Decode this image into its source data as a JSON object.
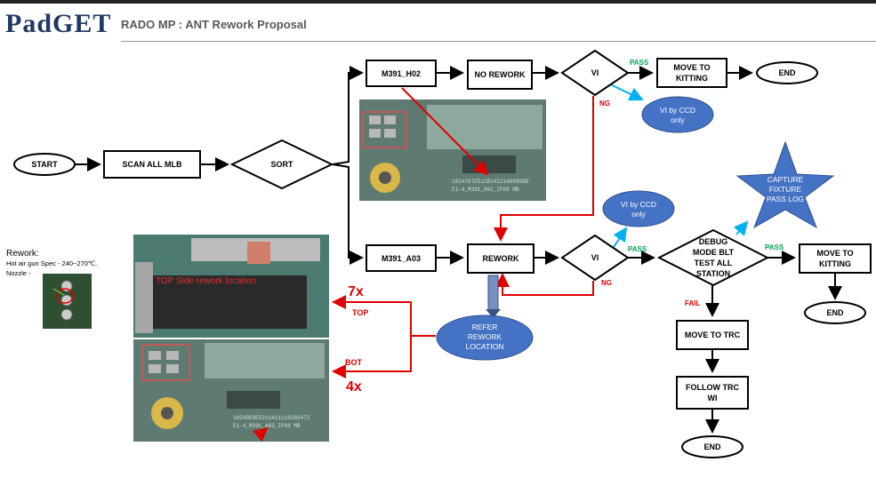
{
  "header": {
    "logo": "PadGET",
    "title": "RADO MP  : ANT Rework Proposal"
  },
  "note": {
    "heading": "Rework:",
    "spec": "Hot air gun Spec - 240~270℃.",
    "nozzle": "Nozzle -"
  },
  "nodes": {
    "start": "START",
    "scan": "SCAN ALL MLB",
    "sort": "SORT",
    "h02": "M391_H02",
    "no_rework": "NO REWORK",
    "vi1": "VI",
    "move_kitting1": [
      "MOVE TO",
      "KITTING"
    ],
    "end1": "END",
    "vi_ccd1": [
      "VI by CCD",
      "only"
    ],
    "a03": "M391_A03",
    "rework": "REWORK",
    "vi2": "VI",
    "vi_ccd2": [
      "VI by CCD",
      "only"
    ],
    "debug": [
      "DEBUG",
      "MODE BLT",
      "TEST ALL",
      "STATION"
    ],
    "capture": [
      "CAPTURE",
      "FIXTURE",
      "PASS LOG"
    ],
    "move_kitting2": [
      "MOVE TO",
      "KITTING"
    ],
    "end2": "END",
    "move_trc": "MOVE TO TRC",
    "follow_trc": [
      "FOLLOW TRC",
      "WI"
    ],
    "end3": "END",
    "refer": [
      "REFER",
      "REWORK",
      "LOCATION"
    ]
  },
  "labels": {
    "pass": "PASS",
    "ng": "NG",
    "fail": "FAIL",
    "top_count": "7x",
    "top": "TOP",
    "bot": "BOT",
    "bot_count": "4x"
  },
  "photo_text": {
    "h02_line1": "1024767E521B14121008958D",
    "h02_line2": "E1-4_M391_H02_IP69 MB",
    "top_overlay": "TOP Side rework location",
    "bot_line1": "1024983E5211411110269472",
    "bot_line2": "E1-4_M391_A03_IP69 MB"
  },
  "colors": {
    "ellipse_blue": "#4472c4",
    "accent_red": "#e00000",
    "pass_green": "#00a651",
    "cyan_arrow": "#00b0f0",
    "logo": "#1f3864"
  }
}
